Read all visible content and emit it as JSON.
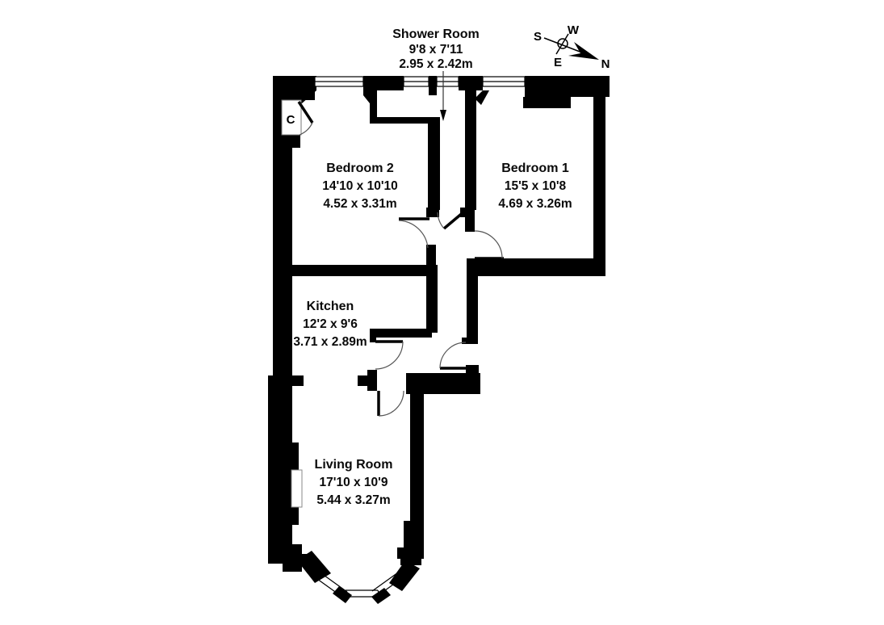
{
  "plan": {
    "type": "residential floor plan",
    "cupboard": {
      "label": "C"
    },
    "rooms": [
      {
        "id": "shower",
        "name": "Shower Room",
        "imperial": "9'8 x 7'11",
        "metric": "2.95 x 2.42m"
      },
      {
        "id": "bedroom2",
        "name": "Bedroom 2",
        "imperial": "14'10 x 10'10",
        "metric": "4.52 x 3.31m"
      },
      {
        "id": "bedroom1",
        "name": "Bedroom 1",
        "imperial": "15'5 x 10'8",
        "metric": "4.69 x 3.26m"
      },
      {
        "id": "kitchen",
        "name": "Kitchen",
        "imperial": "12'2 x 9'6",
        "metric": "3.71 x 2.89m"
      },
      {
        "id": "living",
        "name": "Living Room",
        "imperial": "17'10 x 10'9",
        "metric": "5.44 x 3.27m"
      }
    ],
    "compass": {
      "north": "N",
      "south": "S",
      "east": "E",
      "west": "W"
    },
    "colors": {
      "wall": "#000000",
      "background": "#ffffff",
      "door_arc": "#555555"
    }
  }
}
